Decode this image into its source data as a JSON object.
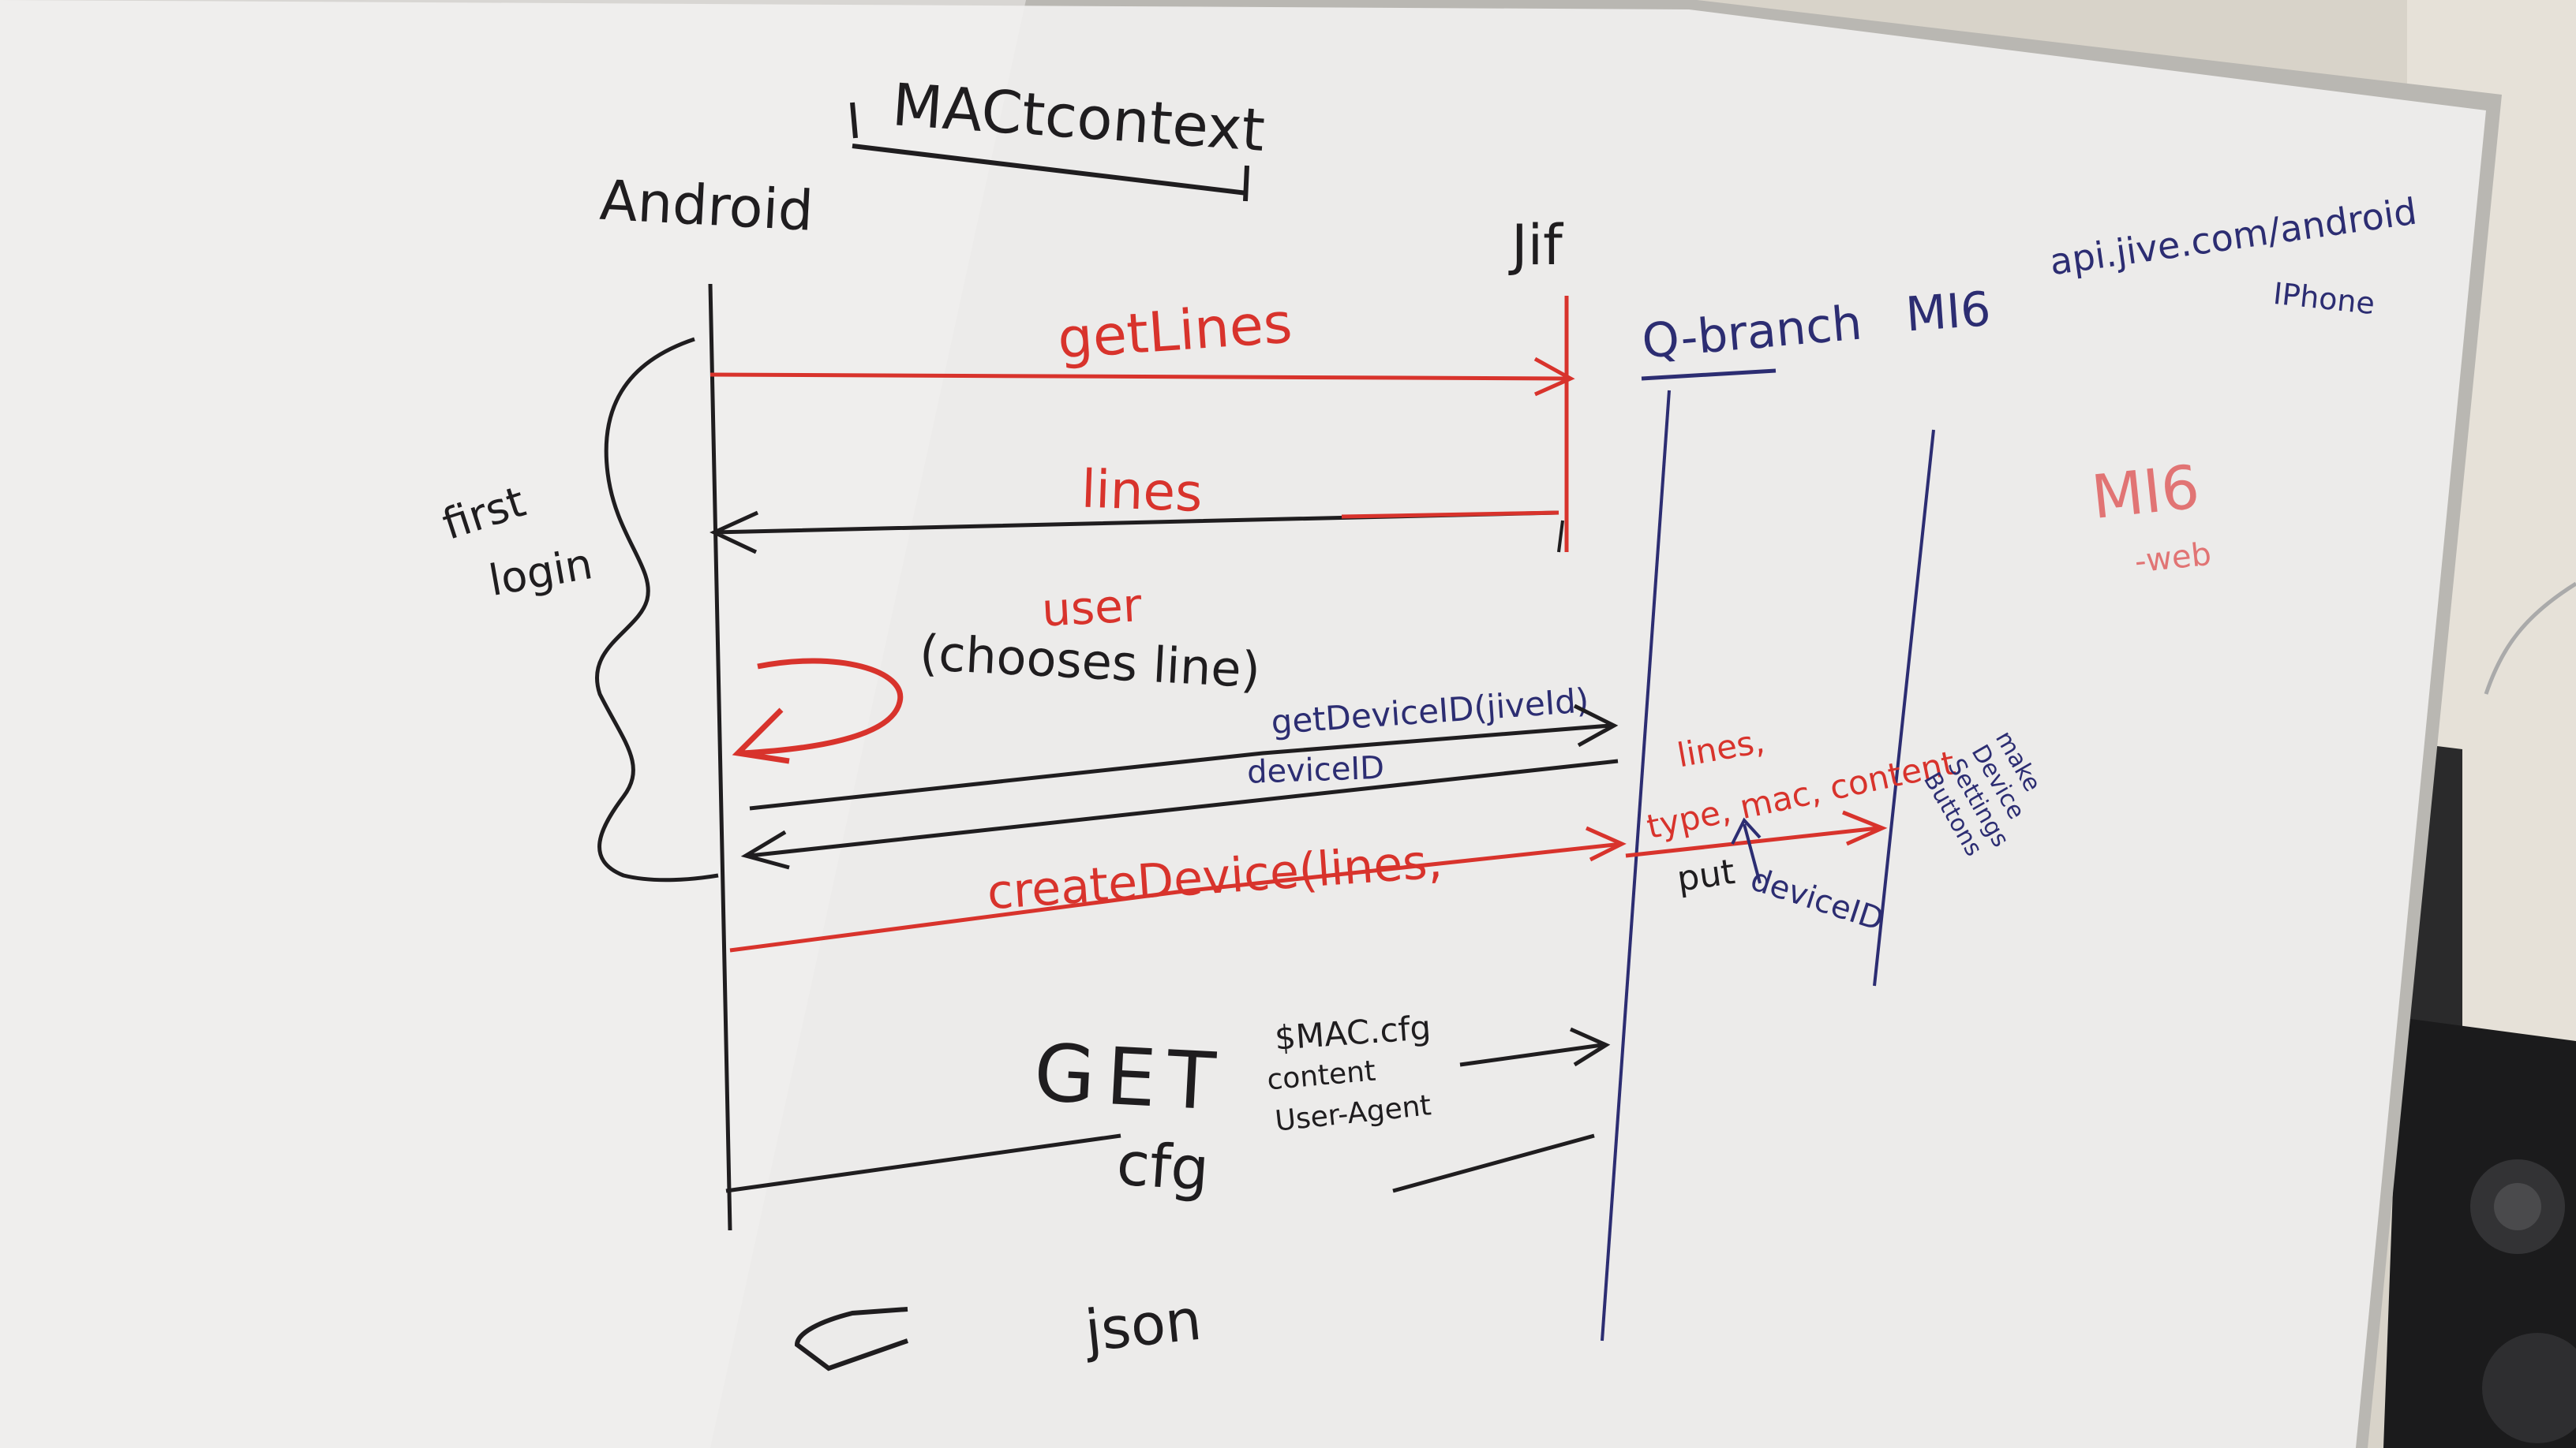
{
  "colors": {
    "black_marker": "#1f1d1f",
    "red_marker": "#d8332c",
    "blue_marker": "#2c2d72",
    "board": "#ecebea",
    "frame": "#b9b7b2",
    "wall": "#d9d4ca",
    "speaker": "#1b1b1c"
  },
  "whiteboard": {
    "title": "MACtcontext",
    "lifelines": {
      "android": "Android",
      "jif": "Jif",
      "qbranch": "Q-branch",
      "mi6": "MI6"
    },
    "corner_note": {
      "line1": "api.jive.com/android",
      "line2": "IPhone"
    },
    "mi6_web": {
      "title": "MI6",
      "sub": "-web"
    },
    "first_login": {
      "line1": "first",
      "line2": "login"
    },
    "messages": {
      "get_lines": "getLines",
      "lines": "lines",
      "user": "user",
      "chooses_line": "(chooses line)",
      "get_device_id": "getDeviceID(jiveId)",
      "device_id": "deviceID",
      "create_device": "createDevice(lines,",
      "get": "GET",
      "cfg": "cfg",
      "json": "json"
    },
    "qbranch_notes": {
      "lines": "lines,",
      "type_mac_content": "type, mac, content",
      "put": "put",
      "device_id": "deviceID"
    },
    "config_notes": {
      "mac_cfg": "$MAC.cfg",
      "content": "content",
      "user_agent": "User-Agent"
    },
    "mi6_notes": [
      "make",
      "Device",
      "Settings",
      "Buttons"
    ]
  }
}
